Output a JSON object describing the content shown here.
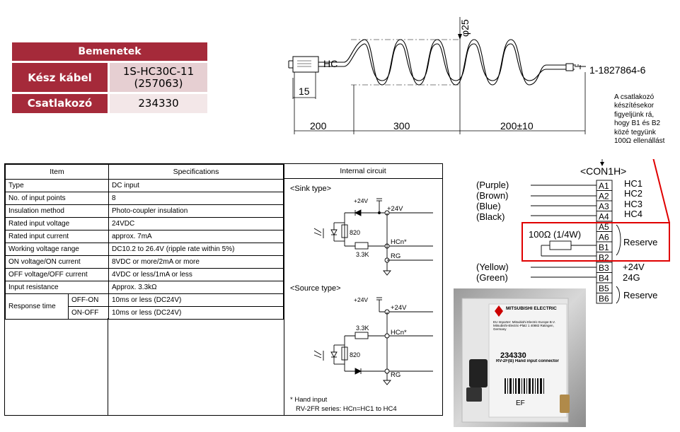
{
  "inputs_table": {
    "header": "Bemenetek",
    "rows": [
      {
        "label": "Kész kábel",
        "value_line1": "1S-HC30C-11",
        "value_line2": "(257063)"
      },
      {
        "label": "Csatlakozó",
        "value_line1": "234330"
      }
    ]
  },
  "cable_drawing": {
    "diameter": "25",
    "connector_label": "HC",
    "part_number": "1-1827864-6",
    "dim_15": "15",
    "dim_200": "200",
    "dim_300": "300",
    "dim_200pm": "200±10"
  },
  "note": "A csatlakozó készítésekor figyeljünk rá, hogy B1 és B2 közé tegyünk 100Ω ellenállást",
  "spec_table": {
    "col_item": "Item",
    "col_spec": "Specifications",
    "col_circuit": "Internal circuit",
    "rows": [
      {
        "item": "Type",
        "spec": "DC input"
      },
      {
        "item": "No. of input points",
        "spec": "8"
      },
      {
        "item": "Insulation method",
        "spec": "Photo-coupler insulation"
      },
      {
        "item": "Rated input voltage",
        "spec": "24VDC"
      },
      {
        "item": "Rated input current",
        "spec": "approx. 7mA"
      },
      {
        "item": "Working voltage range",
        "spec": "DC10.2 to 26.4V (ripple rate within 5%)"
      },
      {
        "item": "ON voltage/ON current",
        "spec": "8VDC or more/2mA or more"
      },
      {
        "item": "OFF voltage/OFF current",
        "spec": "4VDC or less/1mA or less"
      },
      {
        "item": "Input resistance",
        "spec": "Approx. 3.3kΩ"
      }
    ],
    "response_time": {
      "item": "Response time",
      "offon_label": "OFF-ON",
      "offon_spec": "10ms or less (DC24V)",
      "onoff_label": "ON-OFF",
      "onoff_spec": "10ms or less (DC24V)"
    },
    "sink_title": "<Sink type>",
    "source_title": "<Source type>",
    "v24_sym": "+24V",
    "v24": "+24V",
    "r820": "820",
    "r33k": "3.3K",
    "hcn": "HCn*",
    "rg": "RG",
    "footnote1": "* Hand input",
    "footnote2": "RV-2FR series: HCn=HC1 to HC4"
  },
  "connector": {
    "title": "<CON1H>",
    "pins": [
      "A1",
      "A2",
      "A3",
      "A4",
      "A5",
      "A6",
      "B1",
      "B2",
      "B3",
      "B4",
      "B5",
      "B6"
    ],
    "wires": [
      "(Purple)",
      "(Brown)",
      "(Blue)",
      "(Black)",
      "(Yellow)",
      "(Green)"
    ],
    "signals": [
      "HC1",
      "HC2",
      "HC3",
      "HC4",
      "+24V",
      "24G"
    ],
    "reserve1": "Reserve",
    "reserve2": "Reserve",
    "resistor_label": "100Ω (1/4W)"
  },
  "photo": {
    "brand": "MITSUBISHI ELECTRIC",
    "importer": "EU Importer: Mitsubishi Electric Europe B.V. Mitsubishi-Electric-Platz 1 40882 Ratingen, Germany",
    "part": "234330",
    "desc": "RV-2F(B) Hand input connector",
    "code": "EF"
  },
  "colors": {
    "accent": "#a52a3a",
    "highlight": "#e00000"
  }
}
